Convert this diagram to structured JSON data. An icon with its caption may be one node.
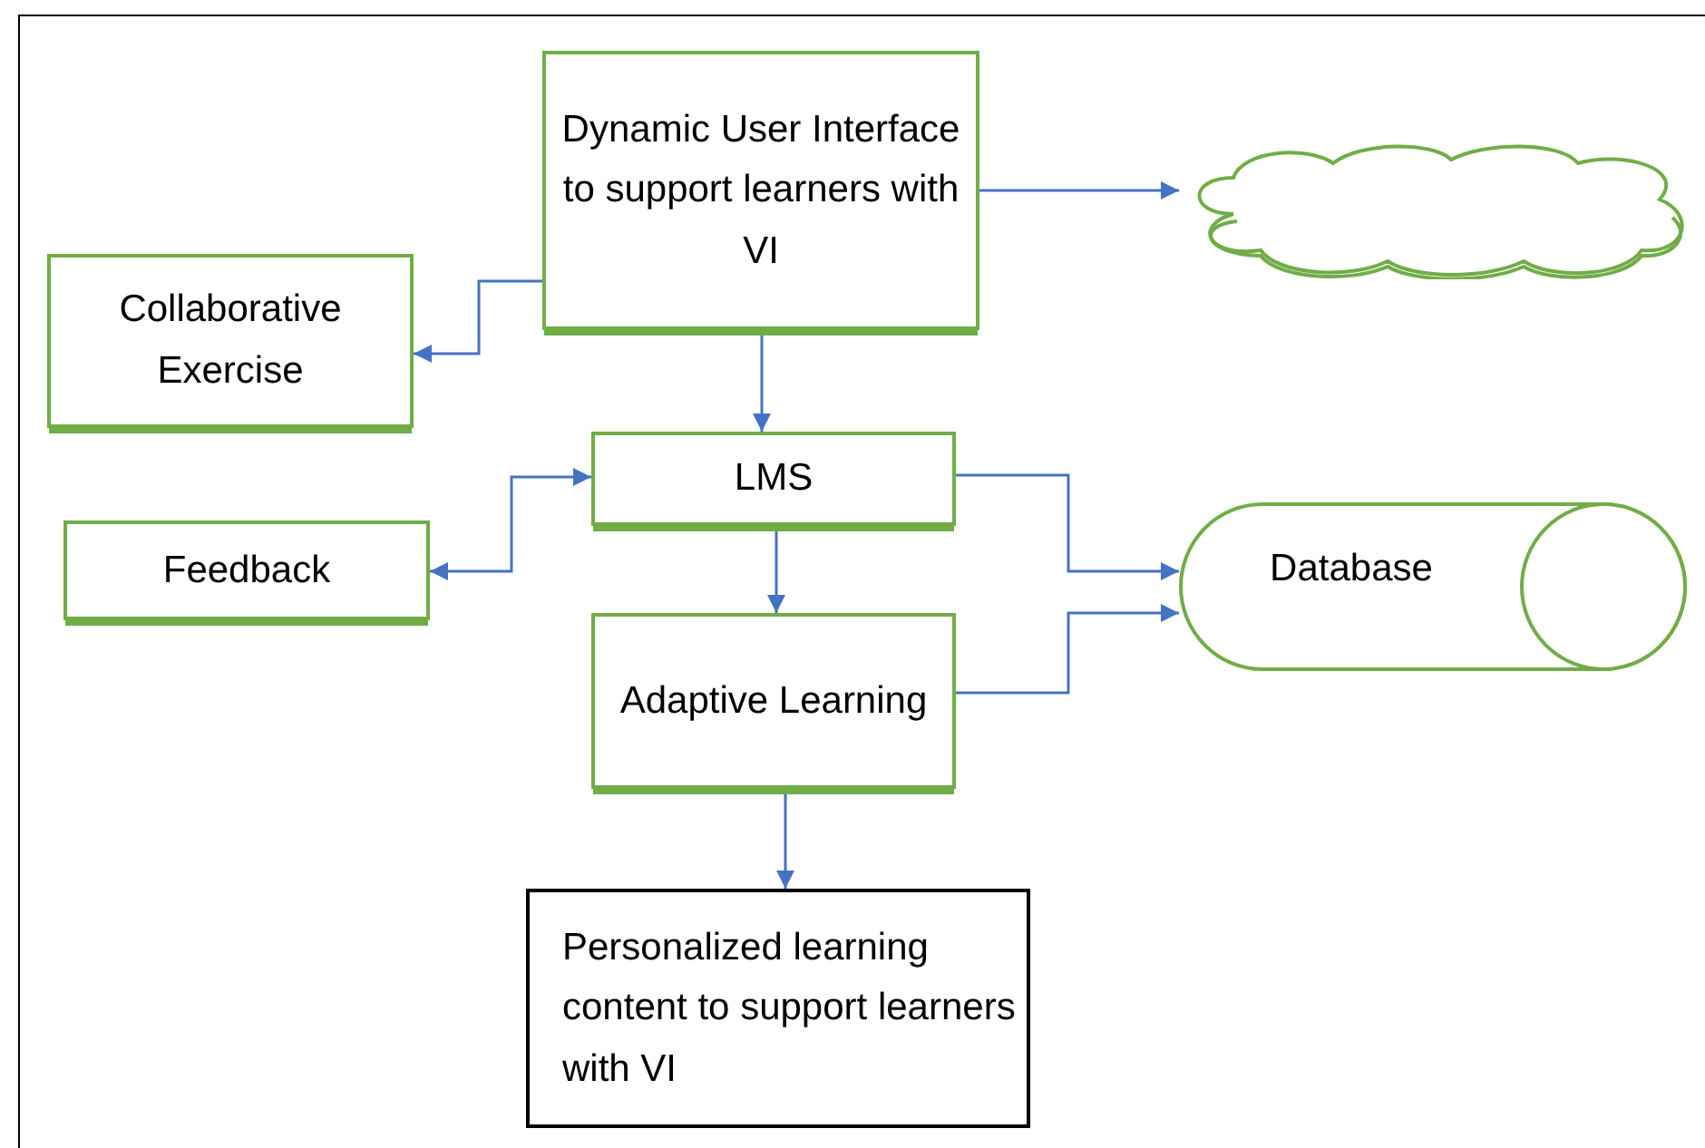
{
  "diagram": {
    "nodes": [
      {
        "text": [
          "Dynamic User Interface to support learners with VI"
        ]
      },
      {
        "text": [],
        "shape": "cloud"
      },
      {
        "text": [
          "Collaborative Exercise"
        ]
      },
      {
        "text": [
          "LMS"
        ]
      },
      {
        "text": [
          "Feedback"
        ]
      },
      {
        "text": [
          "Database"
        ]
      },
      {
        "text": [
          "Adaptive Learning"
        ]
      },
      {
        "text": [
          "Personalized learning content to support learners with VI"
        ]
      }
    ],
    "edges": [
      {
        "from": 0,
        "to": 1,
        "arrow": "to"
      },
      {
        "from": 0,
        "to": 2,
        "arrow": "to"
      },
      {
        "from": 0,
        "to": 3,
        "arrow": "to"
      },
      {
        "from": 4,
        "to": 3,
        "arrow": "both"
      },
      {
        "from": 3,
        "to": 5,
        "arrow": "to"
      },
      {
        "from": 3,
        "to": 6,
        "arrow": "to"
      },
      {
        "from": 6,
        "to": 5,
        "arrow": "to"
      },
      {
        "from": 6,
        "to": 7,
        "arrow": "to"
      }
    ]
  }
}
